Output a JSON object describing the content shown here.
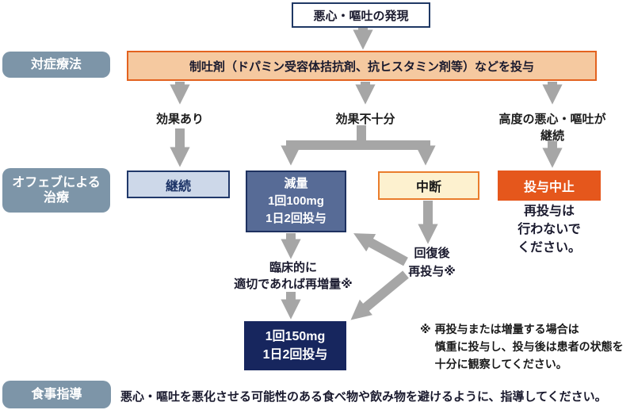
{
  "stages": {
    "symptomatic_therapy": "対症療法",
    "ofev_treatment_line1": "オフェブによる",
    "ofev_treatment_line2": "治療",
    "diet_guidance": "食事指導"
  },
  "flow": {
    "onset": "悪心・嘔吐の発現",
    "antiemetic": "制吐剤（ドパミン受容体拮抗剤、抗ヒスタミン剤等）などを投与",
    "effective": "効果あり",
    "insufficient": "効果不十分",
    "severe_line1": "高度の悪心・嘔吐が",
    "severe_line2": "継続",
    "continue": "継続",
    "reduce_line1": "減量",
    "reduce_line2": "1回100mg",
    "reduce_line3": "1日2回投与",
    "interrupt": "中断",
    "discontinue": "投与中止",
    "no_readmin_line1": "再投与は",
    "no_readmin_line2": "行わないで",
    "no_readmin_line3": "ください。",
    "reescalate_line1": "臨床的に",
    "reescalate_line2": "適切であれば再増量※",
    "readmin_line1": "回復後",
    "readmin_line2": "再投与※",
    "dose150_line1": "1回150mg",
    "dose150_line2": "1日2回投与"
  },
  "notes": {
    "asterisk_mark": "※",
    "asterisk_line1": "再投与または増量する場合は",
    "asterisk_line2": "慎重に投与し、投与後は患者の状態を",
    "asterisk_line3": "十分に観察してください。",
    "diet": "悪心・嘔吐を悪化させる可能性のある食べ物や飲み物を避けるように、指導してください。"
  },
  "colors": {
    "stage_pill": "#7d95a8",
    "navy_border": "#1f3864",
    "orange_border": "#e3621f",
    "orange_fill": "#f5c9a0",
    "continue_fill": "#cdd8e9",
    "reduce_fill": "#576b96",
    "interrupt_fill": "#fdf1cf",
    "discontinue_fill": "#e5571c",
    "dose150_fill": "#17265e",
    "arrow_gray": "#a6a6a6"
  }
}
